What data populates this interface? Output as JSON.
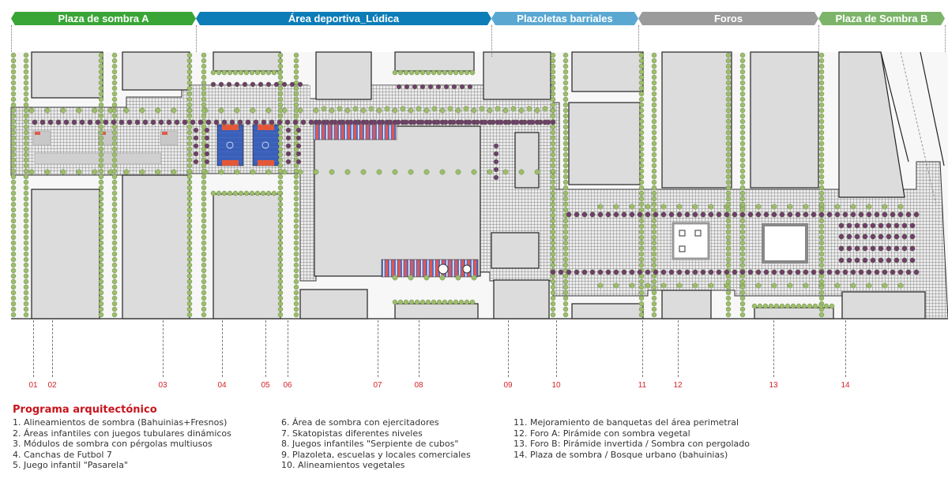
{
  "zones": [
    {
      "label": "Plaza de sombra A",
      "color": "#3aa537"
    },
    {
      "label": "Área deportiva_Lúdica",
      "color": "#0d7db8"
    },
    {
      "label": "Plazoletas barriales",
      "color": "#5aa8d2"
    },
    {
      "label": "Foros",
      "color": "#9b9b9b"
    },
    {
      "label": "Plaza de Sombra B",
      "color": "#7cb56a"
    }
  ],
  "callouts": [
    "01",
    "02",
    "03",
    "04",
    "05",
    "06",
    "07",
    "08",
    "09",
    "10",
    "11",
    "12",
    "13",
    "14"
  ],
  "legend": {
    "title": "Programa arquitectónico",
    "items": [
      "1. Alineamientos de sombra  (Bahuinias+Fresnos)",
      "2. Áreas infantiles con juegos tubulares dinámicos",
      "3. Módulos de sombra con pérgolas multiusos",
      "4. Canchas de Futbol 7",
      "5. Juego infantil \"Pasarela\"",
      "6. Área de sombra con ejercitadores",
      "7. Skatopistas diferentes niveles",
      "8. Juegos infantiles \"Serpiente de cubos\"",
      "9. Plazoleta, escuelas y locales comerciales",
      "10. Alineamientos vegetales",
      "11. Mejoramiento de banquetas del área perimetral",
      "12. Foro A: Pirámide con sombra vegetal",
      "13. Foro B: Pirámide invertida / Sombra con pergolado",
      "14. Plaza de sombra /  Bosque urbano (bahuinias)"
    ]
  },
  "colors": {
    "building": "#dcdcdc",
    "paving": "#9a9a9a",
    "tree": "#9dbd6c",
    "shade_tree": "#6e3d6b",
    "court": "#3a5fb8",
    "court_accent": "#e4583a",
    "callout": "#d6222a"
  }
}
